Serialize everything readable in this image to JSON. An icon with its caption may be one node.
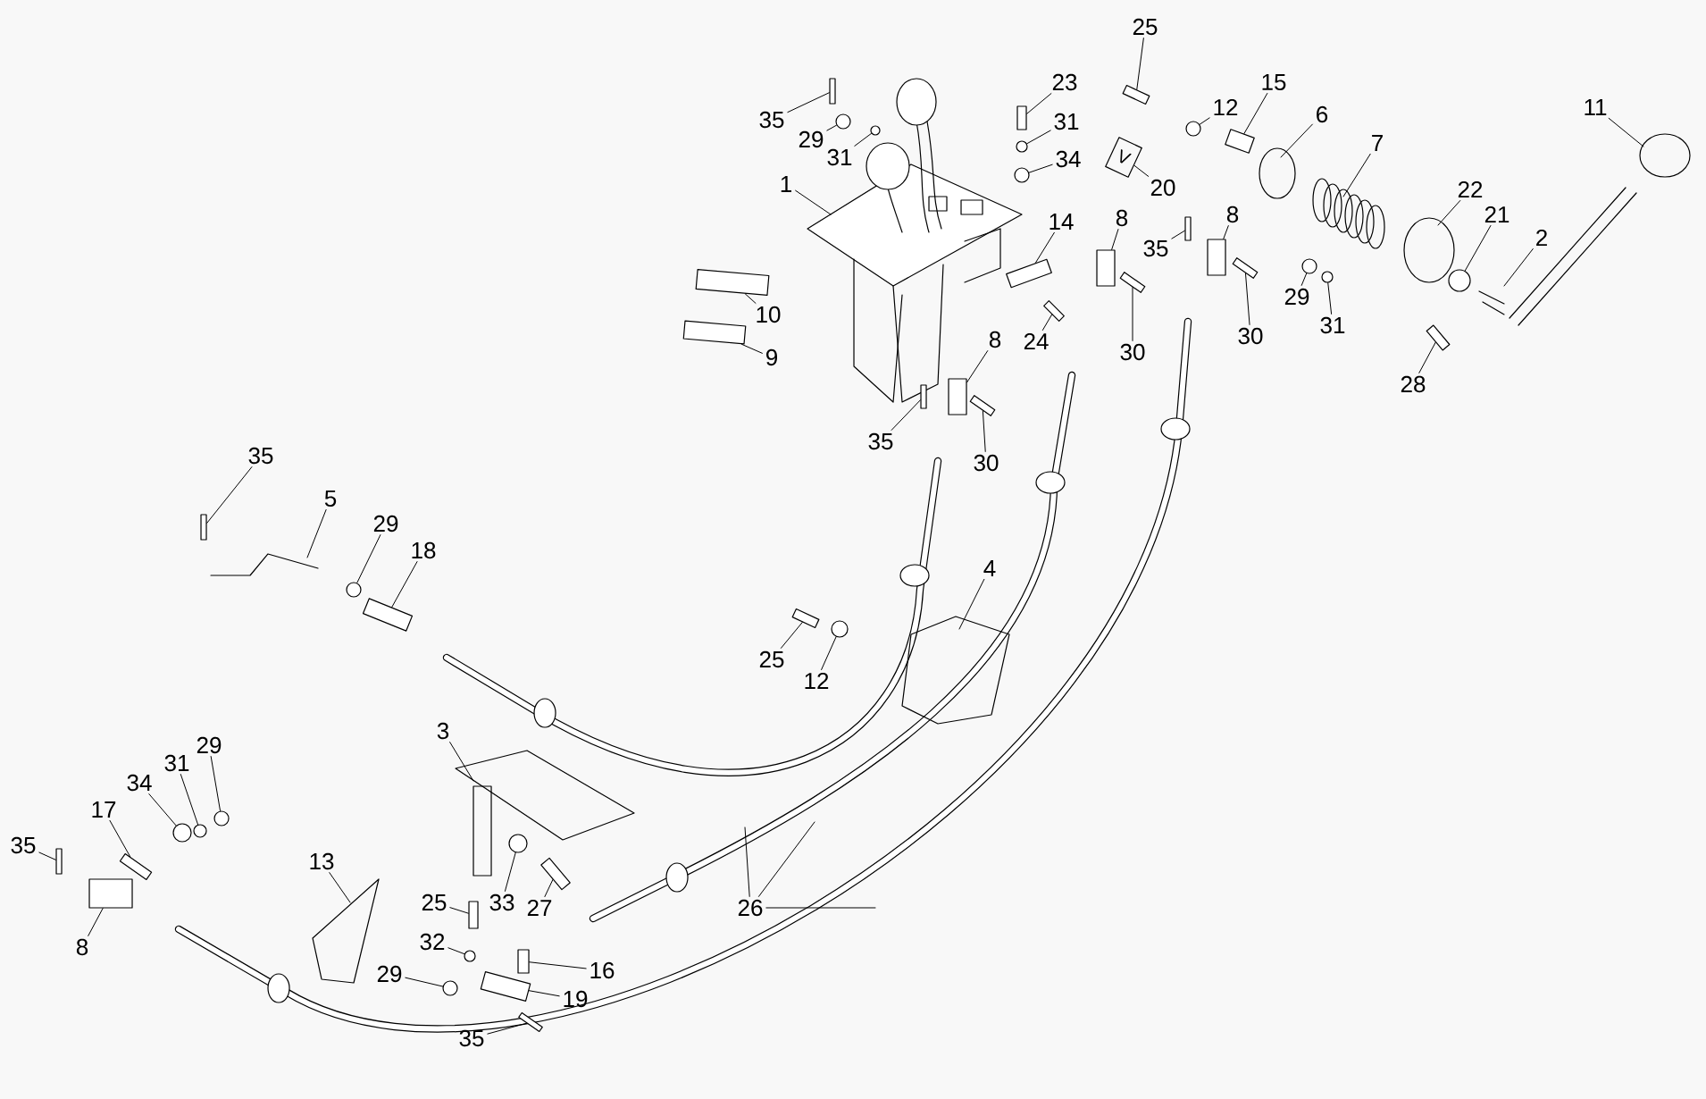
{
  "diagram": {
    "nodes": [
      {
        "text": [
          "35"
        ]
      },
      {
        "text": [
          "29"
        ]
      },
      {
        "text": [
          "31"
        ]
      },
      {
        "text": [
          "1"
        ]
      },
      {
        "text": [
          "23"
        ]
      },
      {
        "text": [
          "31"
        ]
      },
      {
        "text": [
          "34"
        ]
      },
      {
        "text": [
          "20"
        ]
      },
      {
        "text": [
          "14"
        ]
      },
      {
        "text": [
          "8"
        ]
      },
      {
        "text": [
          "30"
        ]
      },
      {
        "text": [
          "35"
        ]
      },
      {
        "text": [
          "8"
        ]
      },
      {
        "text": [
          "30"
        ]
      },
      {
        "text": [
          "25"
        ]
      },
      {
        "text": [
          "12"
        ]
      },
      {
        "text": [
          "15"
        ]
      },
      {
        "text": [
          "6"
        ]
      },
      {
        "text": [
          "7"
        ]
      },
      {
        "text": [
          "22"
        ]
      },
      {
        "text": [
          "21"
        ]
      },
      {
        "text": [
          "2"
        ]
      },
      {
        "text": [
          "11"
        ]
      },
      {
        "text": [
          "29"
        ]
      },
      {
        "text": [
          "31"
        ]
      },
      {
        "text": [
          "28"
        ]
      },
      {
        "text": [
          "10"
        ]
      },
      {
        "text": [
          "9"
        ]
      },
      {
        "text": [
          "24"
        ]
      },
      {
        "text": [
          "8"
        ]
      },
      {
        "text": [
          "35"
        ]
      },
      {
        "text": [
          "30"
        ]
      },
      {
        "text": [
          "35"
        ]
      },
      {
        "text": [
          "5"
        ]
      },
      {
        "text": [
          "29"
        ]
      },
      {
        "text": [
          "18"
        ]
      },
      {
        "text": [
          "25"
        ]
      },
      {
        "text": [
          "12"
        ]
      },
      {
        "text": [
          "4"
        ]
      },
      {
        "text": [
          "3"
        ]
      },
      {
        "text": [
          "29"
        ]
      },
      {
        "text": [
          "31"
        ]
      },
      {
        "text": [
          "34"
        ]
      },
      {
        "text": [
          "17"
        ]
      },
      {
        "text": [
          "35"
        ]
      },
      {
        "text": [
          "8"
        ]
      },
      {
        "text": [
          "13"
        ]
      },
      {
        "text": [
          "33"
        ]
      },
      {
        "text": [
          "27"
        ]
      },
      {
        "text": [
          "25"
        ]
      },
      {
        "text": [
          "32"
        ]
      },
      {
        "text": [
          "16"
        ]
      },
      {
        "text": [
          "29"
        ]
      },
      {
        "text": [
          "19"
        ]
      },
      {
        "text": [
          "35"
        ]
      },
      {
        "text": [
          "26"
        ]
      },
      {
        "text": [
          "V"
        ]
      },
      {
        "text": [],
        "shape": "bar"
      },
      {
        "text": [],
        "shape": "circle"
      },
      {
        "text": [],
        "shape": "circle"
      },
      {
        "text": [],
        "shape": "bar"
      },
      {
        "text": [],
        "shape": "circle"
      },
      {
        "text": [],
        "shape": "circle"
      },
      {
        "text": [],
        "shape": "box"
      },
      {
        "text": [],
        "shape": "box"
      },
      {
        "text": [],
        "shape": "bar"
      },
      {
        "text": [],
        "shape": "bar"
      },
      {
        "text": [],
        "shape": "box"
      },
      {
        "text": [],
        "shape": "bar"
      },
      {
        "text": [],
        "shape": "bar"
      },
      {
        "text": [],
        "shape": "circle"
      },
      {
        "text": [],
        "shape": "box"
      },
      {
        "text": [],
        "shape": "circle"
      },
      {
        "text": [],
        "shape": "circle"
      },
      {
        "text": [],
        "shape": "circle"
      },
      {
        "text": [],
        "shape": "bar"
      },
      {
        "text": [],
        "shape": "box"
      },
      {
        "text": [],
        "shape": "box"
      },
      {
        "text": [],
        "shape": "bar"
      },
      {
        "text": [],
        "shape": "box"
      },
      {
        "text": [],
        "shape": "bar"
      },
      {
        "text": [],
        "shape": "bar"
      },
      {
        "text": [],
        "shape": "bar"
      },
      {
        "text": [],
        "shape": "circle"
      },
      {
        "text": [],
        "shape": "box"
      },
      {
        "text": [],
        "shape": "bar"
      },
      {
        "text": [],
        "shape": "circle"
      },
      {
        "text": [],
        "shape": "circle"
      },
      {
        "text": [],
        "shape": "circle"
      },
      {
        "text": [],
        "shape": "circle"
      },
      {
        "text": [],
        "shape": "bar"
      },
      {
        "text": [],
        "shape": "bar"
      },
      {
        "text": [],
        "shape": "box"
      },
      {
        "text": [],
        "shape": "circle"
      },
      {
        "text": [],
        "shape": "bar"
      },
      {
        "text": [],
        "shape": "bar"
      },
      {
        "text": [],
        "shape": "circle"
      },
      {
        "text": [],
        "shape": "bar"
      },
      {
        "text": [],
        "shape": "circle"
      },
      {
        "text": [],
        "shape": "box"
      },
      {
        "text": [],
        "shape": "bar"
      }
    ],
    "edges": [
      {
        "from": 0,
        "to": 57,
        "arrow": "none"
      },
      {
        "from": 1,
        "to": 58,
        "arrow": "none"
      },
      {
        "from": 2,
        "to": 59,
        "arrow": "none"
      },
      {
        "from": 3,
        "to": null,
        "arrow": "none"
      },
      {
        "from": 4,
        "to": 60,
        "arrow": "none"
      },
      {
        "from": 5,
        "to": 61,
        "arrow": "none"
      },
      {
        "from": 6,
        "to": 62,
        "arrow": "none"
      },
      {
        "from": 7,
        "to": 56,
        "arrow": "none"
      },
      {
        "from": 8,
        "to": 63,
        "arrow": "none"
      },
      {
        "from": 9,
        "to": 64,
        "arrow": "none"
      },
      {
        "from": 10,
        "to": 65,
        "arrow": "none"
      },
      {
        "from": 11,
        "to": 66,
        "arrow": "none"
      },
      {
        "from": 12,
        "to": 67,
        "arrow": "none"
      },
      {
        "from": 13,
        "to": 68,
        "arrow": "none"
      },
      {
        "from": 14,
        "to": 69,
        "arrow": "none"
      },
      {
        "from": 15,
        "to": 70,
        "arrow": "none"
      },
      {
        "from": 16,
        "to": 71,
        "arrow": "none"
      },
      {
        "from": 17,
        "to": null,
        "arrow": "none"
      },
      {
        "from": 18,
        "to": null,
        "arrow": "none"
      },
      {
        "from": 19,
        "to": null,
        "arrow": "none"
      },
      {
        "from": 20,
        "to": 72,
        "arrow": "none"
      },
      {
        "from": 21,
        "to": null,
        "arrow": "none"
      },
      {
        "from": 22,
        "to": null,
        "arrow": "none"
      },
      {
        "from": 23,
        "to": 73,
        "arrow": "none"
      },
      {
        "from": 24,
        "to": 74,
        "arrow": "none"
      },
      {
        "from": 25,
        "to": 75,
        "arrow": "none"
      },
      {
        "from": 26,
        "to": 76,
        "arrow": "none"
      },
      {
        "from": 27,
        "to": 77,
        "arrow": "none"
      },
      {
        "from": 28,
        "to": 78,
        "arrow": "none"
      },
      {
        "from": 29,
        "to": 79,
        "arrow": "none"
      },
      {
        "from": 30,
        "to": 80,
        "arrow": "none"
      },
      {
        "from": 31,
        "to": 81,
        "arrow": "none"
      },
      {
        "from": 32,
        "to": 82,
        "arrow": "none"
      },
      {
        "from": 33,
        "to": null,
        "arrow": "none"
      },
      {
        "from": 34,
        "to": 83,
        "arrow": "none"
      },
      {
        "from": 35,
        "to": 84,
        "arrow": "none"
      },
      {
        "from": 36,
        "to": 85,
        "arrow": "none"
      },
      {
        "from": 37,
        "to": 86,
        "arrow": "none"
      },
      {
        "from": 38,
        "to": null,
        "arrow": "none"
      },
      {
        "from": 39,
        "to": null,
        "arrow": "none"
      },
      {
        "from": 40,
        "to": 87,
        "arrow": "none"
      },
      {
        "from": 41,
        "to": 88,
        "arrow": "none"
      },
      {
        "from": 42,
        "to": 89,
        "arrow": "none"
      },
      {
        "from": 43,
        "to": 90,
        "arrow": "none"
      },
      {
        "from": 44,
        "to": 91,
        "arrow": "none"
      },
      {
        "from": 45,
        "to": 92,
        "arrow": "none"
      },
      {
        "from": 46,
        "to": null,
        "arrow": "none"
      },
      {
        "from": 47,
        "to": 93,
        "arrow": "none"
      },
      {
        "from": 48,
        "to": 94,
        "arrow": "none"
      },
      {
        "from": 49,
        "to": 95,
        "arrow": "none"
      },
      {
        "from": 50,
        "to": 96,
        "arrow": "none"
      },
      {
        "from": 51,
        "to": 97,
        "arrow": "none"
      },
      {
        "from": 52,
        "to": 98,
        "arrow": "none"
      },
      {
        "from": 53,
        "to": 99,
        "arrow": "none"
      },
      {
        "from": 54,
        "to": 100,
        "arrow": "none"
      },
      {
        "from": 55,
        "to": null,
        "arrow": "none"
      },
      {
        "from": 55,
        "to": null,
        "arrow": "none"
      },
      {
        "from": 55,
        "to": null,
        "arrow": "none"
      }
    ]
  }
}
